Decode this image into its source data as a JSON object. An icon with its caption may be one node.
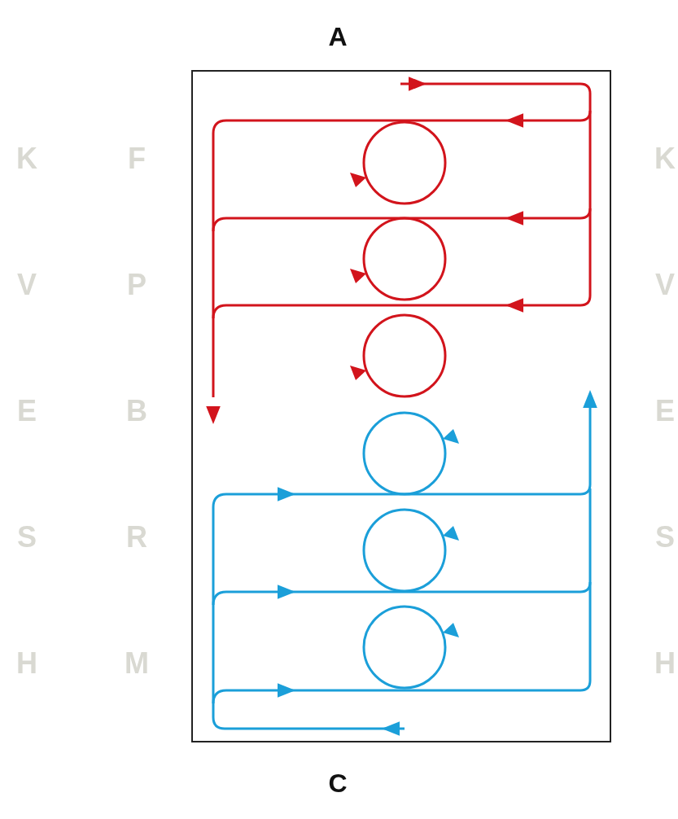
{
  "diagram": {
    "labels": [
      "A",
      "K",
      "F",
      "K",
      "V",
      "P",
      "V",
      "E",
      "B",
      "E",
      "S",
      "R",
      "S",
      "H",
      "M",
      "H",
      "C"
    ]
  }
}
